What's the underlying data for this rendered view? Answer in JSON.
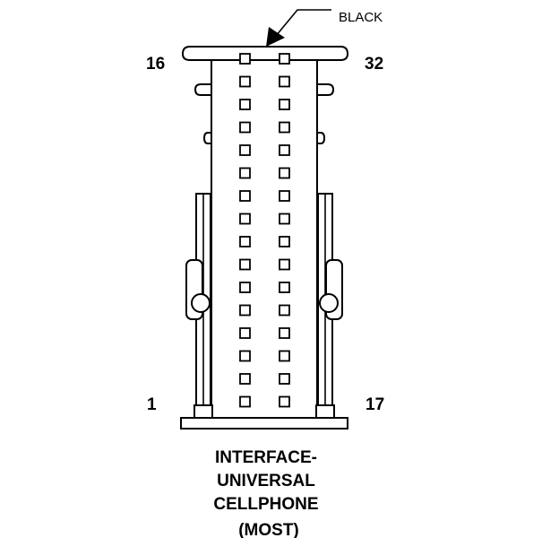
{
  "connector": {
    "color_label": "BLACK",
    "pin_labels": {
      "top_left": "16",
      "top_right": "32",
      "bottom_left": "1",
      "bottom_right": "17"
    },
    "title_lines": [
      "INTERFACE-",
      "UNIVERSAL",
      "CELLPHONE",
      "(MOST)"
    ],
    "cavity_columns": 2,
    "cavities_per_column": 16
  }
}
